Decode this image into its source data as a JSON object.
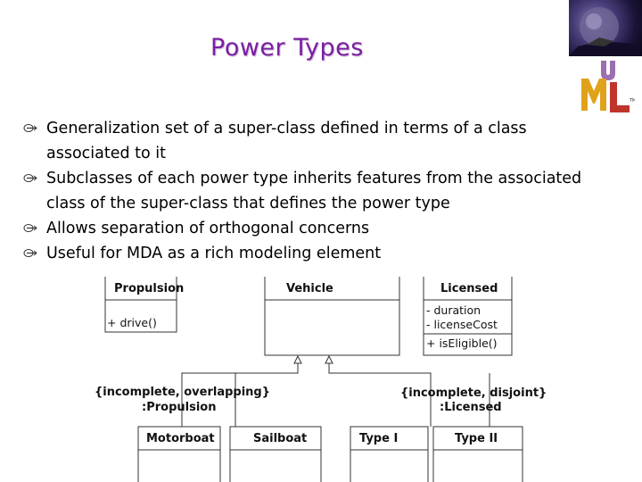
{
  "slide": {
    "title": "Power Types",
    "bullets": [
      "Generalization set of a super-class defined in terms of a class associated to it",
      "Subclasses of each power type inherits features from the associated class of the super-class that defines the power type",
      "Allows separation of orthogonal concerns",
      "Useful for MDA as a rich modeling element"
    ]
  },
  "logo": {
    "icon": "uml-logo-icon",
    "colors": {
      "u": "#9b6fb0",
      "m": "#e0a21a",
      "l": "#c0352b"
    }
  },
  "diagram": {
    "classes": {
      "propulsion": {
        "name": "Propulsion",
        "operations": [
          "+ drive()"
        ]
      },
      "vehicle": {
        "name": "Vehicle"
      },
      "licensed": {
        "name": "Licensed",
        "attributes": [
          "- duration",
          "- licenseCost"
        ],
        "operations": [
          "+ isEligible()"
        ]
      },
      "motorboat": {
        "name": "Motorboat"
      },
      "sailboat": {
        "name": "Sailboat"
      },
      "type1": {
        "name": "Type I"
      },
      "type2": {
        "name": "Type II"
      }
    },
    "generalization_sets": {
      "left": {
        "constraint": "{incomplete, overlapping}",
        "power_type": ":Propulsion"
      },
      "right": {
        "constraint": "{incomplete, disjoint}",
        "power_type": ":Licensed"
      }
    }
  }
}
